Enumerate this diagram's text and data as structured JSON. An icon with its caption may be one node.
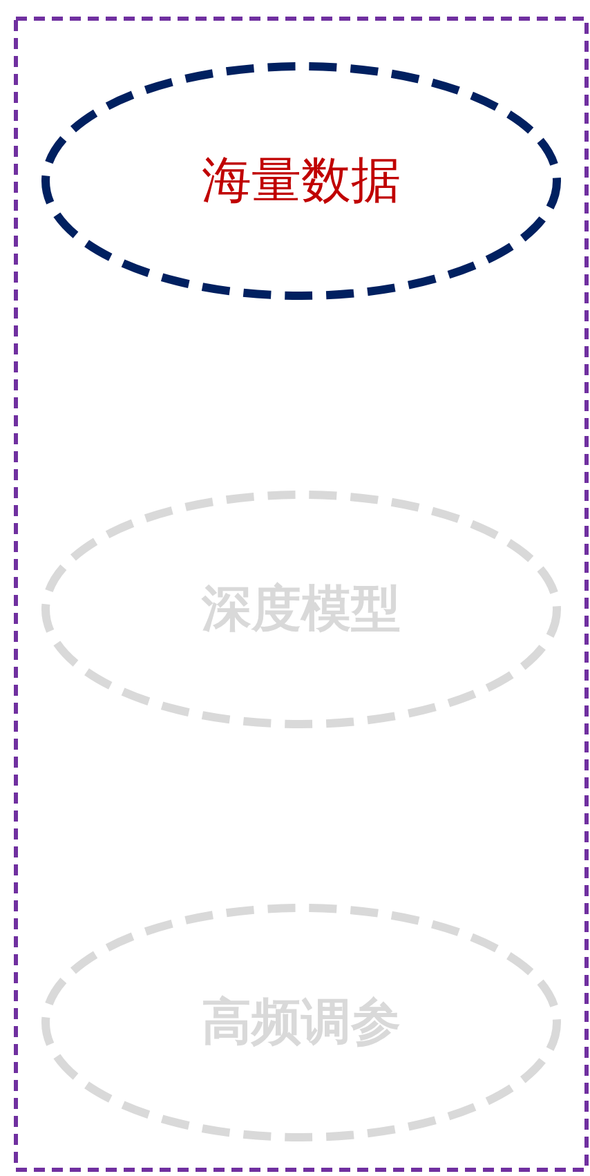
{
  "diagram": {
    "nodes": [
      {
        "text": [],
        "shape": "box"
      },
      {
        "text": [
          "海量数据"
        ],
        "in": 0
      },
      {
        "text": [
          "深度模型"
        ],
        "in": 0
      },
      {
        "text": [
          "高频调参"
        ],
        "in": 0
      }
    ]
  }
}
